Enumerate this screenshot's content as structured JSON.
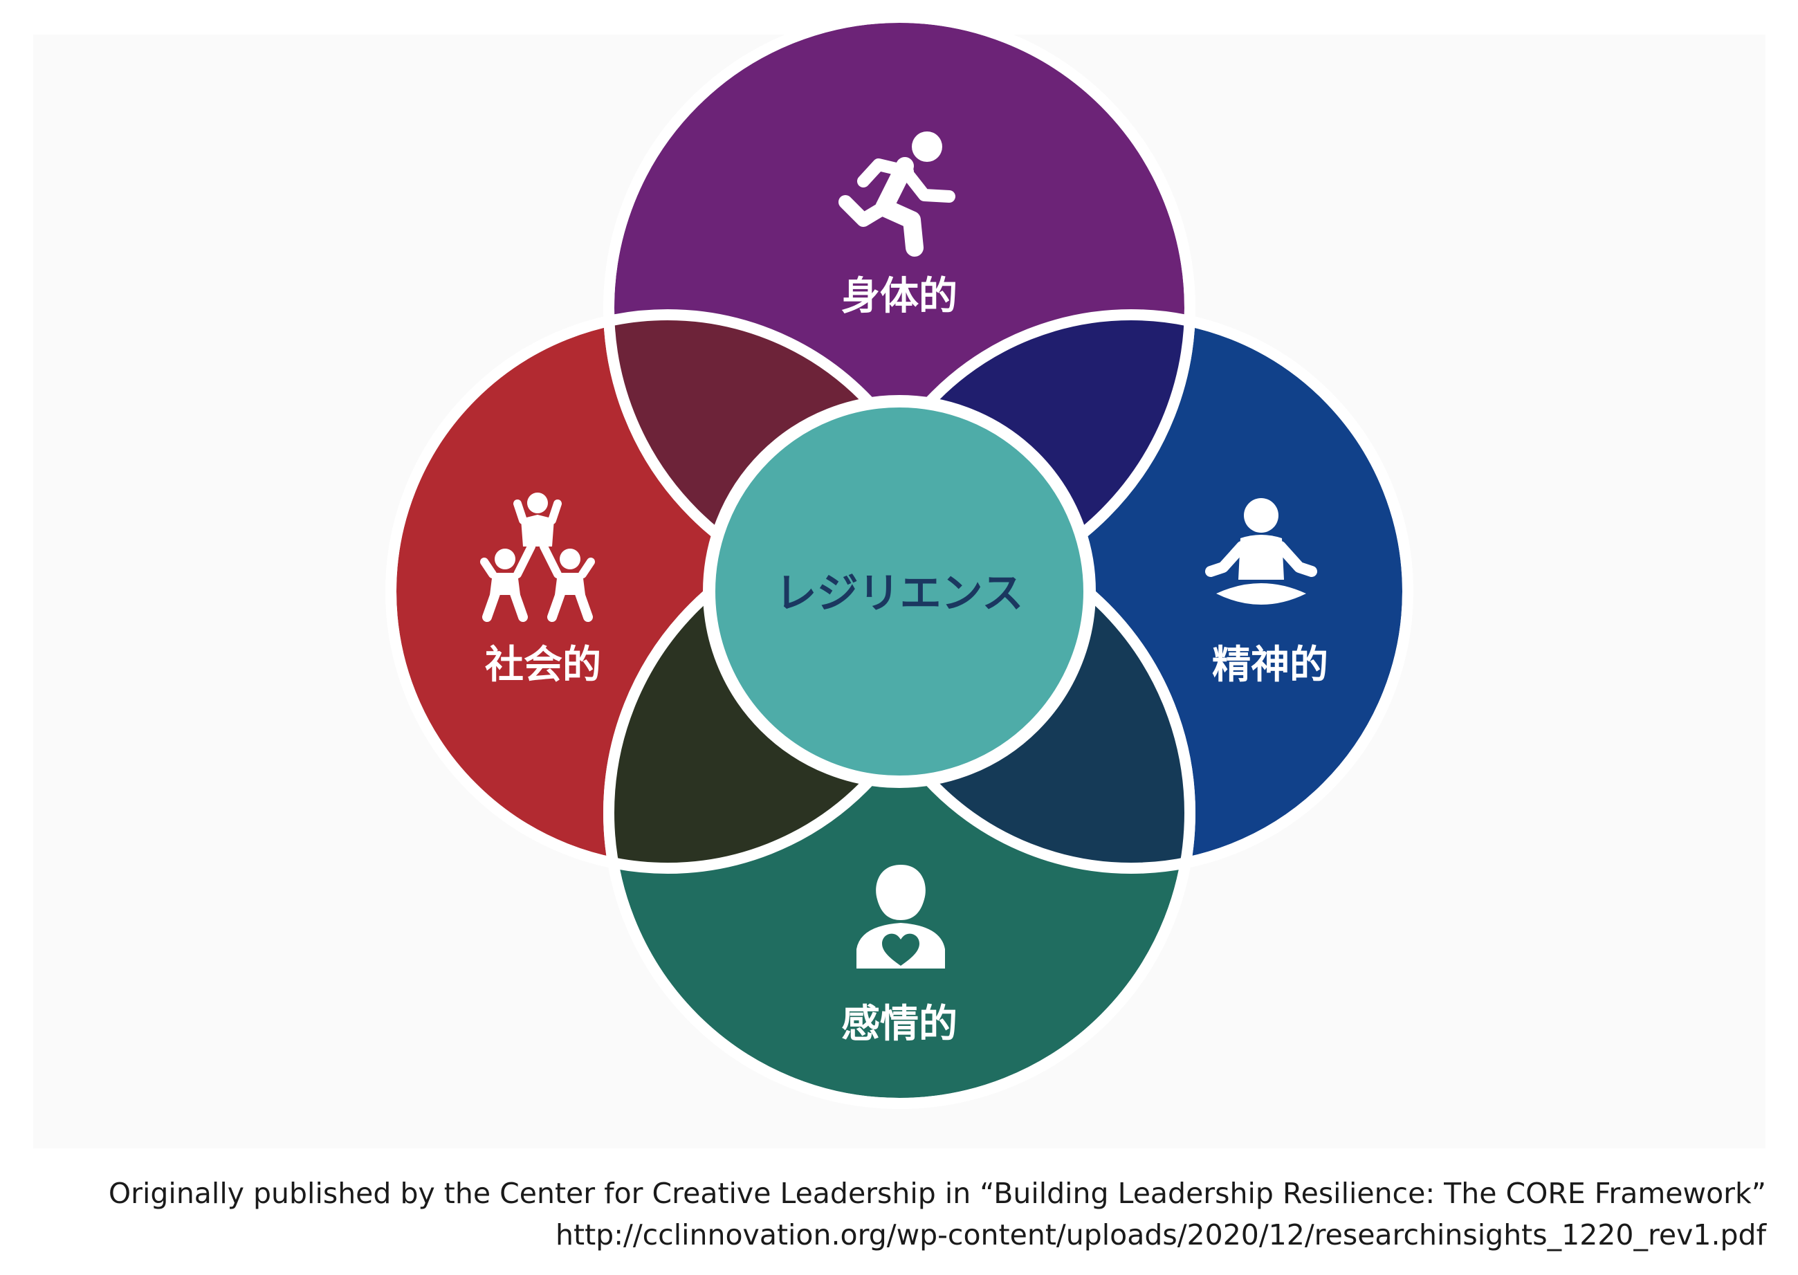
{
  "diagram": {
    "center": {
      "label": "レジリエンス",
      "color": "#4eaca8"
    },
    "petals": [
      {
        "id": "physical",
        "label": "身体的",
        "icon": "running-person-icon",
        "color": "#6c2377"
      },
      {
        "id": "mental",
        "label": "精神的",
        "icon": "meditating-person-icon",
        "color": "#11418a"
      },
      {
        "id": "emotional",
        "label": "感情的",
        "icon": "person-heart-icon",
        "color": "#206d60"
      },
      {
        "id": "social",
        "label": "社会的",
        "icon": "people-pyramid-icon",
        "color": "#b22a31"
      }
    ],
    "overlap_colors": {
      "physical_social": "#6d2339",
      "physical_mental": "#201e6e",
      "mental_emotional": "#153a57",
      "emotional_social": "#2b3322"
    },
    "outline_color": "#ffffff"
  },
  "credit": {
    "line1": "Originally published by the Center for Creative Leadership in “Building Leadership Resilience: The CORE Framework”",
    "line2": "http://cclinnovation.org/wp-content/uploads/2020/12/researchinsights_1220_rev1.pdf"
  }
}
